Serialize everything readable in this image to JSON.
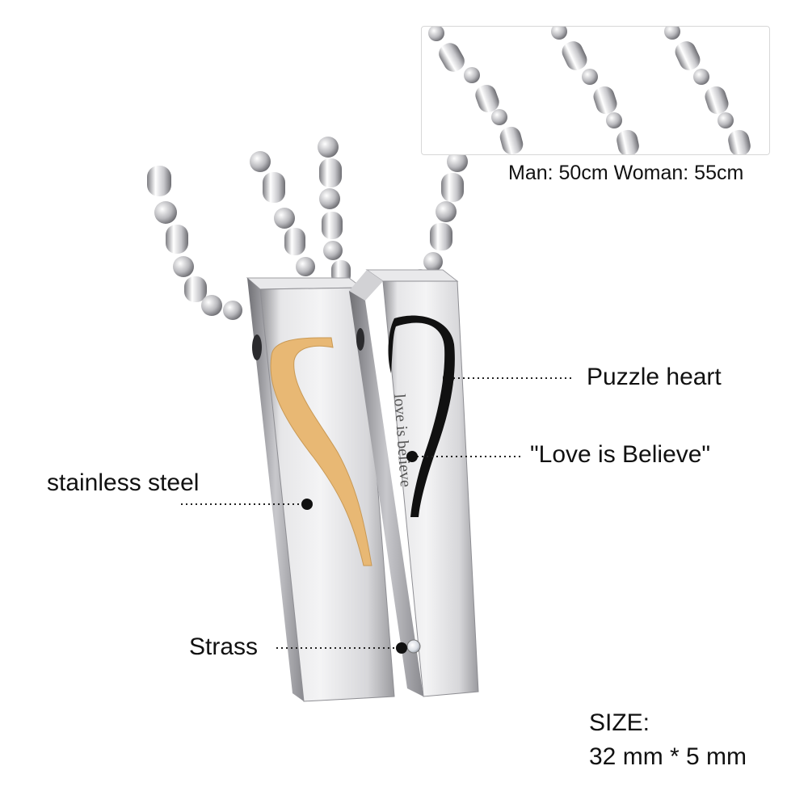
{
  "inset": {
    "caption": "Man: 50cm Woman: 55cm"
  },
  "callouts": {
    "puzzle_heart": "Puzzle heart",
    "love_is_believe": "\"Love is Believe\"",
    "stainless_steel": "stainless steel",
    "strass": "Strass"
  },
  "engraving": "love is believe",
  "size": {
    "label": "SIZE:",
    "value": "32 mm * 5 mm"
  },
  "colors": {
    "steel": "#c9c9cc",
    "gold": "#e8b874",
    "black_enamel": "#111111",
    "background": "#ffffff"
  }
}
